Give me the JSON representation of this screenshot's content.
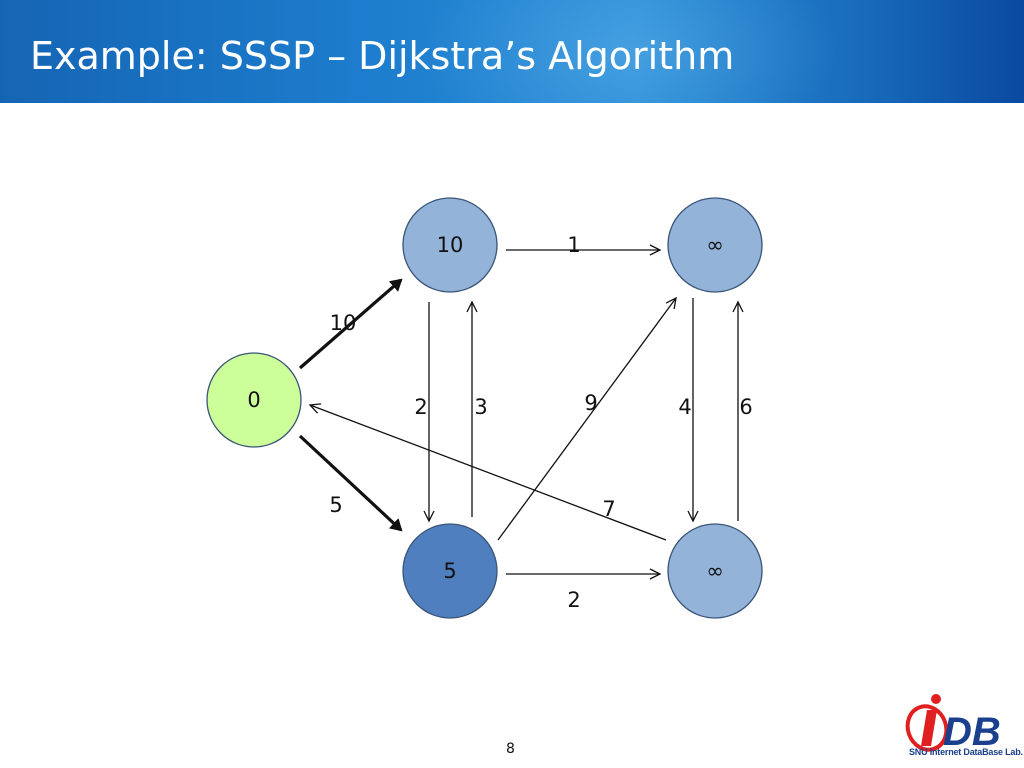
{
  "slide": {
    "title": "Example: SSSP – Dijkstra’s Algorithm",
    "page_number": "8"
  },
  "graph": {
    "nodes": [
      {
        "id": "s",
        "label": "0",
        "color": "#ccff99"
      },
      {
        "id": "u",
        "label": "10",
        "color": "#94b3d9"
      },
      {
        "id": "v",
        "label": "∞",
        "color": "#94b3d9"
      },
      {
        "id": "x",
        "label": "5",
        "color": "#4f7fbf"
      },
      {
        "id": "y",
        "label": "∞",
        "color": "#94b3d9"
      }
    ],
    "edges": [
      {
        "from": "s",
        "to": "u",
        "weight": "10",
        "highlighted": true
      },
      {
        "from": "s",
        "to": "x",
        "weight": "5",
        "highlighted": true
      },
      {
        "from": "u",
        "to": "v",
        "weight": "1",
        "highlighted": false
      },
      {
        "from": "u",
        "to": "x",
        "weight": "2",
        "highlighted": false
      },
      {
        "from": "x",
        "to": "u",
        "weight": "3",
        "highlighted": false
      },
      {
        "from": "x",
        "to": "v",
        "weight": "9",
        "highlighted": false
      },
      {
        "from": "v",
        "to": "y",
        "weight": "4",
        "highlighted": false
      },
      {
        "from": "y",
        "to": "v",
        "weight": "6",
        "highlighted": false
      },
      {
        "from": "y",
        "to": "s",
        "weight": "7",
        "highlighted": false
      },
      {
        "from": "x",
        "to": "y",
        "weight": "2",
        "highlighted": false
      }
    ]
  },
  "logo": {
    "text": "iDB",
    "caption": "SNU Internet DataBase Lab.",
    "colors": {
      "red": "#e02020",
      "blue": "#1a3f8c"
    }
  }
}
